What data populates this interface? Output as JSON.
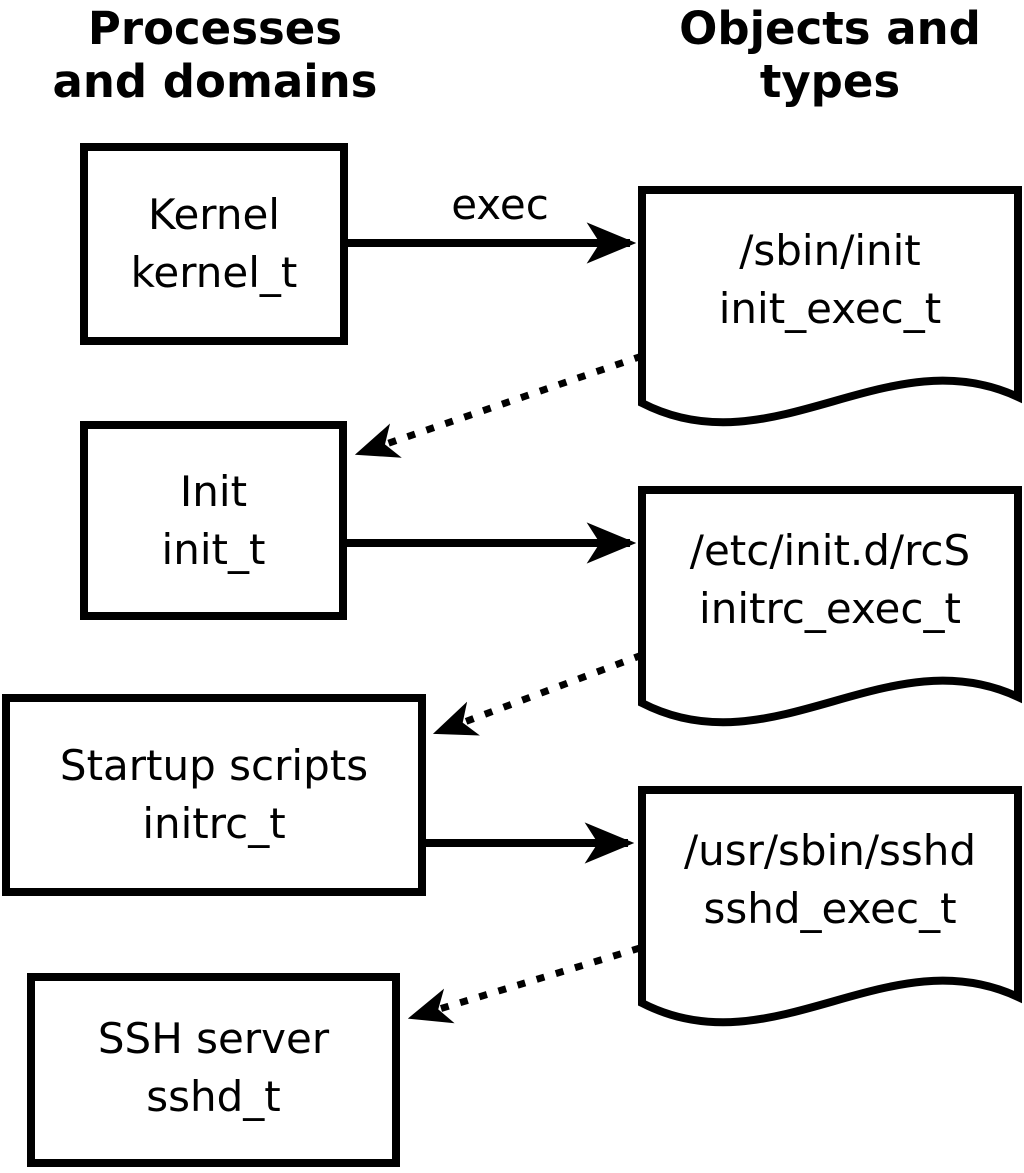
{
  "headers": {
    "left": "Processes and domains",
    "right": "Objects and types"
  },
  "processes": [
    {
      "name": "Kernel",
      "type": "kernel_t"
    },
    {
      "name": "Init",
      "type": "init_t"
    },
    {
      "name": "Startup scripts",
      "type": "initrc_t"
    },
    {
      "name": "SSH server",
      "type": "sshd_t"
    }
  ],
  "objects": [
    {
      "path": "/sbin/init",
      "type": "init_exec_t"
    },
    {
      "path": "/etc/init.d/rcS",
      "type": "initrc_exec_t"
    },
    {
      "path": "/usr/sbin/sshd",
      "type": "sshd_exec_t"
    }
  ],
  "edges": {
    "exec_label": "exec",
    "solid": [
      {
        "from": "kernel_t",
        "to": "/sbin/init",
        "style": "solid-arrow",
        "label": "exec"
      },
      {
        "from": "init_t",
        "to": "/etc/init.d/rcS",
        "style": "solid-arrow",
        "label": ""
      },
      {
        "from": "initrc_t",
        "to": "/usr/sbin/sshd",
        "style": "solid-arrow",
        "label": ""
      }
    ],
    "dotted": [
      {
        "from": "/sbin/init",
        "to": "init_t",
        "style": "dotted-arrow"
      },
      {
        "from": "/etc/init.d/rcS",
        "to": "initrc_t",
        "style": "dotted-arrow"
      },
      {
        "from": "/usr/sbin/sshd",
        "to": "sshd_t",
        "style": "dotted-arrow"
      }
    ]
  },
  "colors": {
    "foreground": "#000000",
    "background": "#ffffff"
  }
}
